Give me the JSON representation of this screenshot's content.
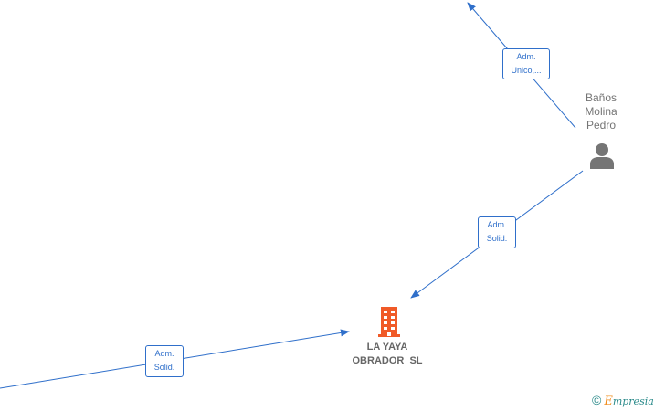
{
  "colors": {
    "edge": "#2f6fca",
    "company_icon": "#f05a28",
    "person_icon": "#757575",
    "watermark": "#2a8a8a",
    "watermark_accent": "#f08c1c"
  },
  "nodes": {
    "person": {
      "name_lines": [
        "Baños",
        "Molina",
        "Pedro"
      ],
      "icon": "person-icon"
    },
    "company": {
      "name_lines": [
        "LA YAYA",
        "OBRADOR  SL"
      ],
      "icon": "building-icon"
    }
  },
  "edges": [
    {
      "label_lines": [
        "Adm.",
        "Unico,..."
      ]
    },
    {
      "label_lines": [
        "Adm.",
        "Solid."
      ]
    },
    {
      "label_lines": [
        "Adm.",
        "Solid."
      ]
    }
  ],
  "watermark": {
    "symbol": "©",
    "brand_initial": "E",
    "brand_rest": "mpresia"
  }
}
